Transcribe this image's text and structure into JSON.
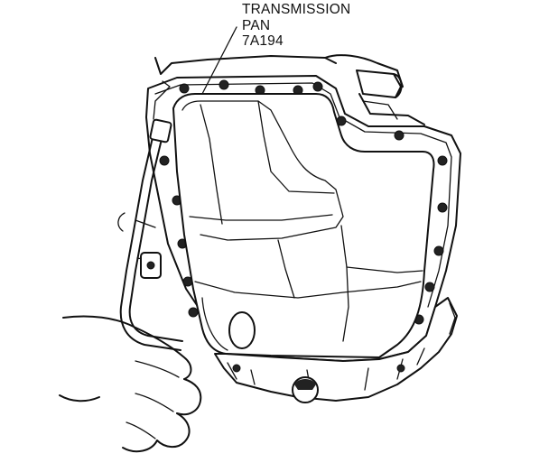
{
  "callout": {
    "line1": "TRANSMISSION",
    "line2": "PAN",
    "line3": "7A194"
  },
  "colors": {
    "ink": "#111111",
    "background": "#ffffff"
  }
}
